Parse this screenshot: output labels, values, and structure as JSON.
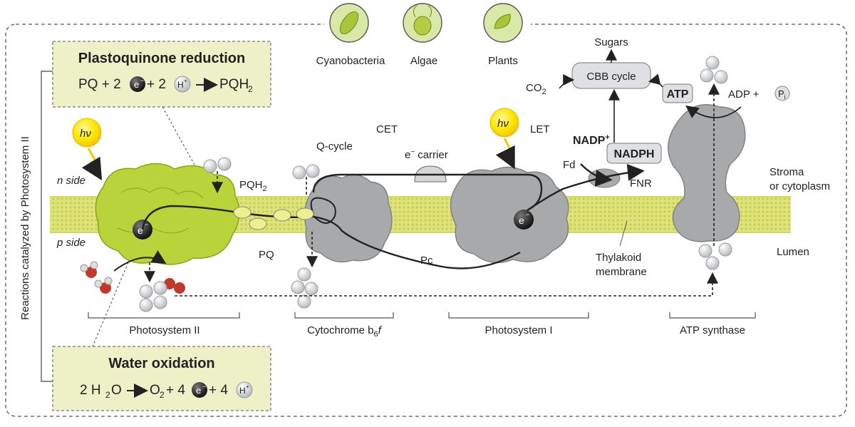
{
  "organisms": [
    "Cyanobacteria",
    "Algae",
    "Plants"
  ],
  "side_label": "Reactions catalyzed by Photosystem II",
  "pq_box": {
    "title": "Plastoquinone reduction",
    "eq_parts": [
      "PQ + 2",
      "e",
      "−",
      " + 2",
      "H",
      "+",
      "PQH",
      "2"
    ]
  },
  "water_box": {
    "title": "Water oxidation",
    "eq_parts": [
      "2 H",
      "2",
      "O",
      "O",
      "2",
      "+ 4",
      "e",
      "−",
      " + 4",
      "H",
      "+"
    ]
  },
  "labels": {
    "hv": "hν",
    "n_side": "n side",
    "p_side": "p side",
    "pqh2": "PQH",
    "pqh2_sub": "2",
    "pq": "PQ",
    "qcycle": "Q-cycle",
    "cet": "CET",
    "e_carrier": "carrier",
    "e_sup": "−",
    "let": "LET",
    "pc": "Pc",
    "fd": "Fd",
    "nadp": "NADP",
    "nadp_sup": "+",
    "nadph": "NADPH",
    "fnr": "FNR",
    "thylakoid": "Thylakoid",
    "membrane": "membrane",
    "stroma": "Stroma",
    "or_cytoplasm": "or cytoplasm",
    "lumen": "Lumen",
    "sugars": "Sugars",
    "cbb": "CBB cycle",
    "co2": "CO",
    "co2_sub": "2",
    "atp": "ATP",
    "adp": "ADP +",
    "pi": "P",
    "pi_sub": "i",
    "e": "e",
    "h": "H",
    "h_sup": "+"
  },
  "complexes": [
    "Photosystem II",
    "Cytochrome b",
    "6",
    "f",
    "Photosystem I",
    "ATP synthase"
  ],
  "colors": {
    "psii": "#b8d43a",
    "protein": "#a7a9ab",
    "membrane": "#dfe47a",
    "box": "#eef0c8",
    "yellow": "#ffe600"
  }
}
